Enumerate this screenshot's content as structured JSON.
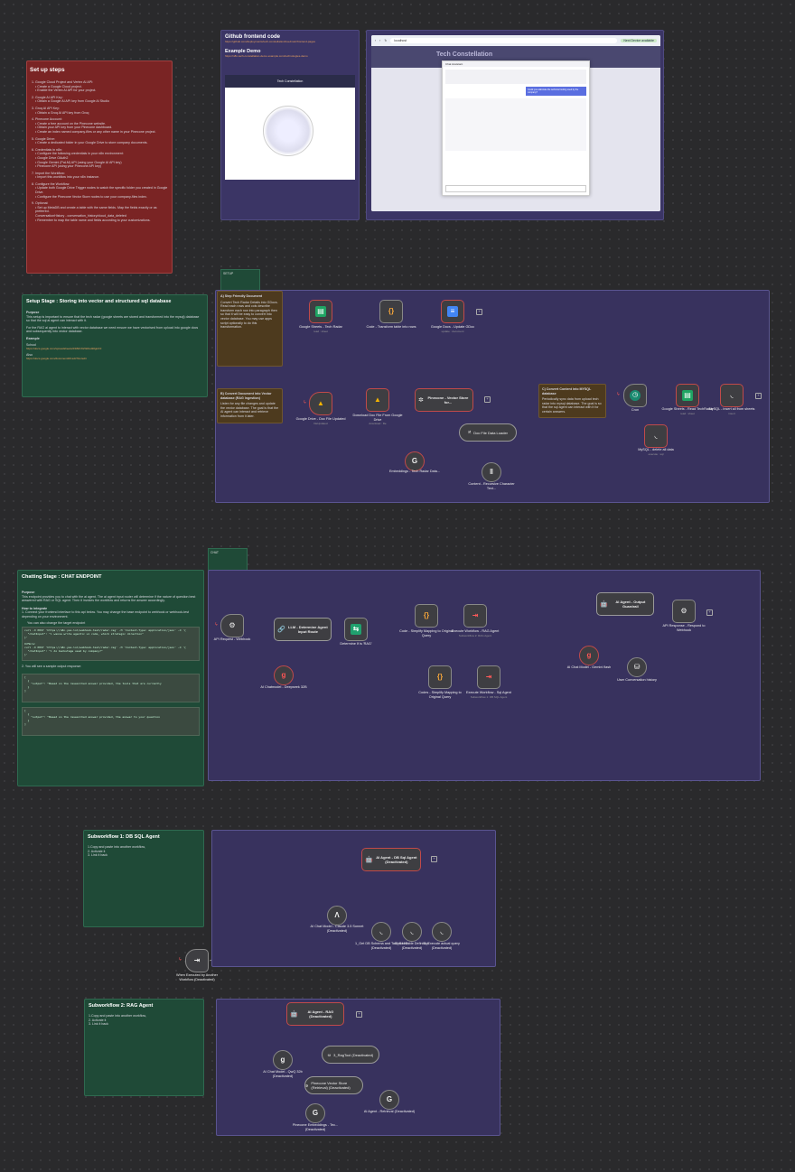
{
  "colors": {
    "canvas": "#2a2a2c",
    "group": "#38325e",
    "note_red": "#7a2424",
    "note_green": "#1f4a37",
    "note_brown": "#4d3a1e",
    "deactivated": "#c04a4a"
  },
  "setup_steps": {
    "title": "Set up steps",
    "items": [
      "1. Google Cloud Project and Vertex AI API:",
      "• Create a Google Cloud project.",
      "• Enable the Vertex AI API for your project.",
      "2. Google AI API Key:",
      "• Obtain a Google AI API key from Google AI Studio",
      "3. Groq AI API Key:",
      "• Obtain a Groq AI API key from Groq",
      "4. Pinecone Account:",
      "• Create a free account on the Pinecone website.",
      "• Obtain your API key from your Pinecone dashboard.",
      "• Create an index named company-files or any other name in your Pinecone project.",
      "5. Google Drive:",
      "• Create a dedicated folder in your Google Drive to store company documents.",
      "6. Credentials in n8n:",
      "• Configure the following credentials in your n8n environment:",
      "• Google Drive OAuth2",
      "• Google Gemini (PaLM) API (using your Google AI API key)",
      "• Pinecone API (using your Pinecone API key)",
      "7. Import the Workflow:",
      "• Import this workflow into your n8n instance.",
      "8. Configure the Workflow:",
      "• Update both Google Drive Trigger nodes to watch the specific folder you created in Google Drive.",
      "• Configure the Pinecone Vector Store nodes to use your company-files index.",
      "9. Optional:",
      "• Set up MetaDB and create a table with the same fields. Map the fields exactly or as preferred.",
      "ConversationHistory - conversation_history/cloud_data_deleted",
      "• Remember to map the table name and fields according to your customizations."
    ]
  },
  "github_note": {
    "title": "Github frontend code",
    "link": "https://github.com/deployments/tech-constellation/tree/main/frontend-pages",
    "demo_title": "Example Demo",
    "demo_link": "https://n8n-tech-constellation-demo.example.com/technologies-demo",
    "preview_title": "Tech Constellation"
  },
  "browser": {
    "url": "localhost",
    "status": "Next Device available",
    "app_title": "Tech Constellation",
    "dialog_title": "Chat Assistant",
    "user_msg": "Could you elaborate the technical tooling used by the company?"
  },
  "tags": {
    "setup": "SETUP",
    "chat": "CHAT"
  },
  "setup_stage": {
    "title": "Setup Stage : Storing into vector and structured sql database",
    "purpose_label": "Purpose",
    "purpose": "This setup is important to ensure that the tech radar (google sheets are stored and transformed into the mysql) database so that the sql ai agent can interact with it.",
    "purpose2": "For the RAG ai agent to interact with vector database we need ensure we have vectorised from upload into google docs and subsequently into vector database.",
    "example_label": "Example",
    "school_label": "School",
    "school_link": "https://docs.google.com/spreadsheets/d/1BrbXIZtW/edit#gid=0",
    "also_label": "Also",
    "also_link": "https://docs.google.com/document/d/1sdJ7Gv/edit"
  },
  "flow_notes": {
    "a": {
      "title": "A) Step Friendly Document",
      "body": "Convert Tech Radar Details into GDocs. Read each rows and cols describe transform each row into paragraph then so that it will be easy to convert into vector database. You may use apps script optionally to do this transformation."
    },
    "b": {
      "title": "B) Convert Document into Vector database (RAG Ingestion)",
      "body": "Listen for any file changes and update the vector database. The goal is that the AI agent can interact and retrieve information from it later."
    },
    "c": {
      "title": "C) Convert Content into MYSQL database",
      "body": "Periodically sync data from upload tech radar into mysql database. The goal is so that the sql agent can interact with it for certain answers."
    }
  },
  "setup_nodes": {
    "sheets": {
      "label": "Google Sheets - Tech Radar",
      "sub": "read : sheet"
    },
    "code_transform": {
      "label": "Code - Transform table into rows",
      "sub": ""
    },
    "gdocs": {
      "label": "Google Docs - Update GDoc",
      "sub": "update : document"
    },
    "drive_trigger": {
      "label": "Google Drive - Doc File Updated",
      "sub": "fileUpdated"
    },
    "download": {
      "label": "Download Doc File From Google Drive",
      "sub": "download : file"
    },
    "pinecone": {
      "label": "Pinecone - Vector Store for...",
      "sub": ""
    },
    "loader": {
      "label": "Doc File Data Loader"
    },
    "embeddings": {
      "label": "Embeddings - Tech Radar Data..."
    },
    "splitter": {
      "label": "Content - Recursive Character Text..."
    },
    "cron": {
      "label": "Cron"
    },
    "delete": {
      "label": "MySQL - delete all data",
      "sub": "execute : sql"
    },
    "read_sheets": {
      "label": "Google Sheets - Read TechRadar",
      "sub": "read : sheet"
    },
    "insert": {
      "label": "MySQL - insert all from sheets",
      "sub": "insert"
    }
  },
  "chat_stage": {
    "title": "Chatting Stage : CHAT ENDPOINT",
    "purpose_label": "Purpose",
    "purpose": "This endpoint provides you to chat with the ai agent. The ai agent input router will determine if the nature of question best answered with RAG or SQL agent. Then it invokes the workflow and returns the answer accordingly.",
    "integrate_label": "How to integrate",
    "step1": "1. Connect your frontend interface to this api below. You may change the base endpoint to webhook or webhook-test depending on your environment.",
    "step1b": "You can also change the target endpoint",
    "curl": "curl -X POST 'https://n8n.yes.lol/webhook-test/radar-rag' -H 'Content-Type: application/json' -d '{\n  \"chatInput\": \"i wanna write agentic ui code, which strategic direction\"\n}'\n\nOrMore:\ncurl -X POST 'https://n8n.yes.lol/webhook-test/radar-rag' -H 'Content-Type: application/json' -d '{\n  \"chatInput\": \"i do backstage used by company?\"\n}'",
    "step2": "2. You will see a sample output response:",
    "out1": "[\n  {\n    \"output\": \"Based on the researched answer provided, the tools that are currently\n  }\n]",
    "out2": "[\n  {\n    \"output\": \"Based on the researched answer provided, the answer to your question\n  }\n]"
  },
  "chat_nodes": {
    "webhook": {
      "label": "API Request - Webhook"
    },
    "router": {
      "label": "LLM - Determine Agent Input Route"
    },
    "deepseek": {
      "label": "AI Chatmodel - Deepseek 32B"
    },
    "switch": {
      "label": "Determine If is 'RAG'"
    },
    "code_rag": {
      "label": "Code - Simplify Mapping to Original Query"
    },
    "exec_rag": {
      "label": "Execute Workflow - RAG Agent",
      "sub": "Subworkflow 2: RAG Agent"
    },
    "code_sql": {
      "label": "Codes - Simplify Mapping to Original Query"
    },
    "exec_sql": {
      "label": "Execute Workflow - Sql Agent",
      "sub": "Subworkflow 1: DB SQL Agent"
    },
    "agent_out": {
      "label": "AI Agent - Output Guardrail"
    },
    "gemini": {
      "label": "AI Chat Model - Gemini flash"
    },
    "memory": {
      "label": "User Conversation history"
    },
    "respond": {
      "label": "API Response - Respond to Webhook"
    }
  },
  "sub1": {
    "title": "Subworkflow 1: DB SQL Agent",
    "steps": [
      "1.Copy and paste into another workflow,",
      "2. Activate it",
      "3. Link it back"
    ],
    "agent": "AI Agent - DB Sql Agent (Deactivated)",
    "model": "AI Chat Model - Claude 3.5 Sonnet (Deactivated)",
    "tool1": "1_Get DB Schema and Tables List (Deactivated)",
    "tool2": "2_Get Table Definition (Deactivated)",
    "tool3": "3_Execute actual query (Deactivated)",
    "trigger": "When Executed by Another Workflow (Deactivated)"
  },
  "sub2": {
    "title": "Subworkflow 2: RAG Agent",
    "steps": [
      "1.Copy and paste into another workflow,",
      "2. Activate it",
      "3. Link it back"
    ],
    "agent": "AI Agent - RAG (Deactivated)",
    "model": "AI Chat Model - QwQ 32b (Deactivated)",
    "tool": "3_RagTool (Deactivated)",
    "store": "Pinecone Vector Store (Retrieval) (Deactivated)",
    "embed": "Pinecone Embeddings - Tec... (Deactivated)",
    "retrieval": "AI Agent - Retrieval (Deactivated)"
  }
}
